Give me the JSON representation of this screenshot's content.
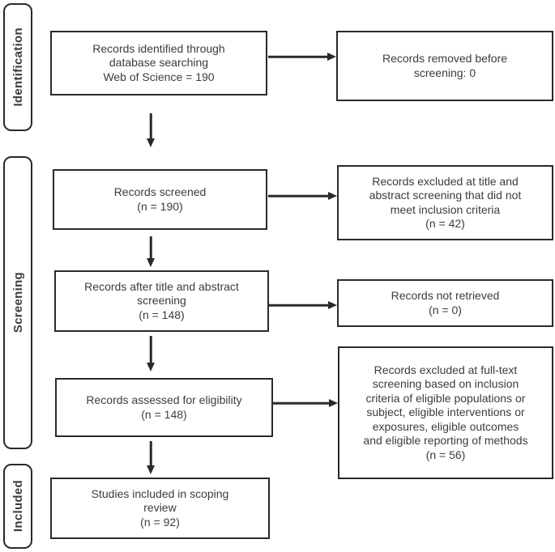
{
  "diagram": {
    "stages": [
      {
        "label": "Identification"
      },
      {
        "label": "Screening"
      },
      {
        "label": "Included"
      }
    ],
    "main_flow": [
      {
        "text": "Records identified through\ndatabase searching\nWeb of Science = 190"
      },
      {
        "text": "Records screened\n(n = 190)"
      },
      {
        "text": "Records after title and abstract\nscreening\n(n = 148)"
      },
      {
        "text": "Records assessed for eligibility\n(n = 148)"
      },
      {
        "text": "Studies included in scoping\nreview\n(n = 92)"
      }
    ],
    "side_flow": [
      {
        "text": "Records removed before\nscreening: 0"
      },
      {
        "text": "Records excluded at title and\nabstract screening that did not\nmeet inclusion criteria\n(n = 42)"
      },
      {
        "text": "Records not retrieved\n(n = 0)"
      },
      {
        "text": "Records excluded at full-text\nscreening based on inclusion\ncriteria of eligible populations or\nsubject, eligible interventions or\nexposures, eligible outcomes\nand eligible reporting of methods\n(n = 56)"
      }
    ]
  },
  "colors": {
    "line": "#2a2a2a",
    "text": "#3c3c3c",
    "background": "#ffffff"
  }
}
